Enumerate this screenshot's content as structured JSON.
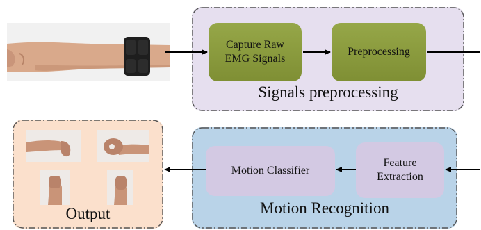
{
  "stages": {
    "preprocessing": {
      "title": "Signals preprocessing",
      "fill": "#e6dfef",
      "boxes": [
        {
          "label_line1": "Capture Raw",
          "label_line2": "EMG Signals",
          "fill": "#8a9a3d"
        },
        {
          "label": "Preprocessing",
          "fill": "#8a9a3d"
        }
      ]
    },
    "recognition": {
      "title": "Motion Recognition",
      "fill": "#b9d3e8",
      "boxes": [
        {
          "label": "Motion Classifier",
          "fill": "#d3c9e3"
        },
        {
          "label_line1": "Feature",
          "label_line2": "Extraction",
          "fill": "#d3c9e3"
        }
      ]
    },
    "output": {
      "title": "Output",
      "fill": "#fbe0cc",
      "gestures": [
        "wrist-flexion-photo",
        "fist-photo",
        "wrist-extension-photo",
        "wrist-radial-photo"
      ]
    }
  },
  "input": {
    "image": "forearm-with-emg-armband-photo"
  },
  "colors": {
    "border": "#555555",
    "arrow": "#000000",
    "skin": "#d8a98c",
    "armband": "#1e1e1e"
  }
}
